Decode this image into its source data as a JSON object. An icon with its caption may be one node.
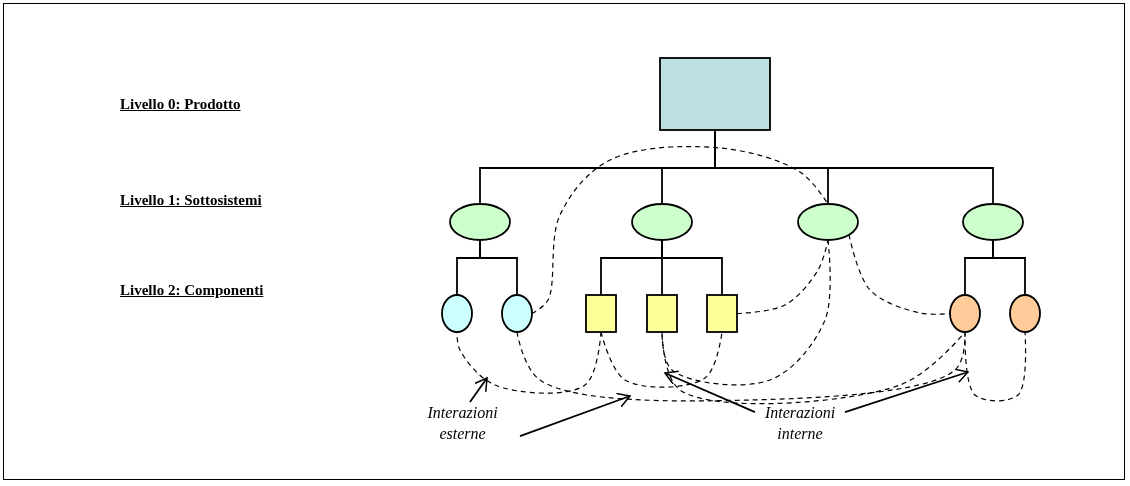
{
  "diagram": {
    "nodes": [
      {
        "text": [],
        "shape": "box"
      },
      {
        "text": [],
        "shape": "ellipse"
      },
      {
        "text": [],
        "shape": "ellipse"
      },
      {
        "text": [],
        "shape": "ellipse"
      },
      {
        "text": [],
        "shape": "ellipse"
      },
      {
        "text": [],
        "shape": "ellipse"
      },
      {
        "text": [],
        "shape": "ellipse"
      },
      {
        "text": [],
        "shape": "box"
      },
      {
        "text": [],
        "shape": "box"
      },
      {
        "text": [],
        "shape": "box"
      },
      {
        "text": [],
        "shape": "ellipse"
      },
      {
        "text": [],
        "shape": "ellipse"
      },
      {
        "text": [
          "Interazioni esterne"
        ]
      },
      {
        "text": [
          "Interazioni interne"
        ]
      }
    ],
    "edges": [
      {
        "from": 0,
        "to": 1,
        "arrow": "none"
      },
      {
        "from": 0,
        "to": 2,
        "arrow": "none"
      },
      {
        "from": 0,
        "to": 3,
        "arrow": "none"
      },
      {
        "from": 0,
        "to": 4,
        "arrow": "none"
      },
      {
        "from": 1,
        "to": 5,
        "arrow": "none"
      },
      {
        "from": 1,
        "to": 6,
        "arrow": "none"
      },
      {
        "from": 2,
        "to": 7,
        "arrow": "none"
      },
      {
        "from": 2,
        "to": 8,
        "arrow": "none"
      },
      {
        "from": 2,
        "to": 9,
        "arrow": "none"
      },
      {
        "from": 4,
        "to": 10,
        "arrow": "none"
      },
      {
        "from": 4,
        "to": 11,
        "arrow": "none"
      },
      {
        "from": 6,
        "to": 3,
        "arrow": "none",
        "style": "dashed"
      },
      {
        "from": 9,
        "to": 3,
        "arrow": "none",
        "style": "dashed"
      },
      {
        "from": 3,
        "to": 8,
        "arrow": "none",
        "style": "dashed"
      },
      {
        "from": 3,
        "to": 10,
        "arrow": "none",
        "style": "dashed"
      },
      {
        "from": 7,
        "to": 5,
        "arrow": "none",
        "style": "dashed"
      },
      {
        "from": 7,
        "to": 9,
        "arrow": "none",
        "style": "dashed"
      },
      {
        "from": 6,
        "to": 10,
        "arrow": "none",
        "style": "dashed"
      },
      {
        "from": 8,
        "to": 10,
        "arrow": "none",
        "style": "dashed"
      },
      {
        "from": 10,
        "to": 11,
        "arrow": "none",
        "style": "dashed"
      },
      {
        "from": 12,
        "to": null,
        "arrow": "to"
      },
      {
        "from": 12,
        "to": null,
        "arrow": "to"
      },
      {
        "from": 13,
        "to": null,
        "arrow": "to"
      },
      {
        "from": 13,
        "to": null,
        "arrow": "to"
      }
    ],
    "labels": [
      "Livello 0: Prodotto",
      "Livello 1: Sottosistemi",
      "Livello 2: Componenti"
    ]
  }
}
